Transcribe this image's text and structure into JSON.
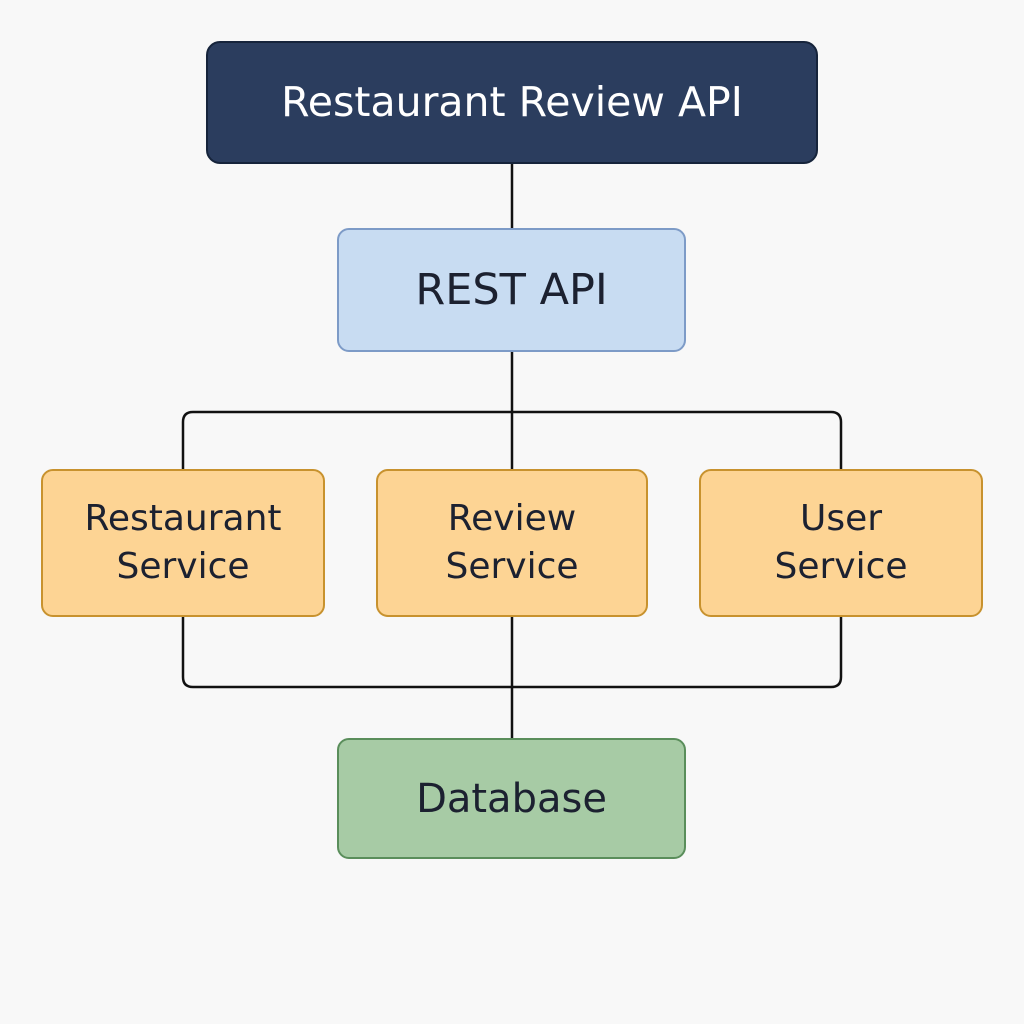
{
  "diagram": {
    "top_node": {
      "label": "Restaurant Review API"
    },
    "api_node": {
      "label": "REST API"
    },
    "services": [
      {
        "label": "Restaurant\nService"
      },
      {
        "label": "Review\nService"
      },
      {
        "label": "User\nService"
      }
    ],
    "database_node": {
      "label": "Database"
    }
  },
  "colors": {
    "top_fill": "#2b3d5e",
    "api_fill": "#c8dcf2",
    "service_fill": "#fdd494",
    "database_fill": "#a7cba5",
    "connector": "#111111"
  }
}
